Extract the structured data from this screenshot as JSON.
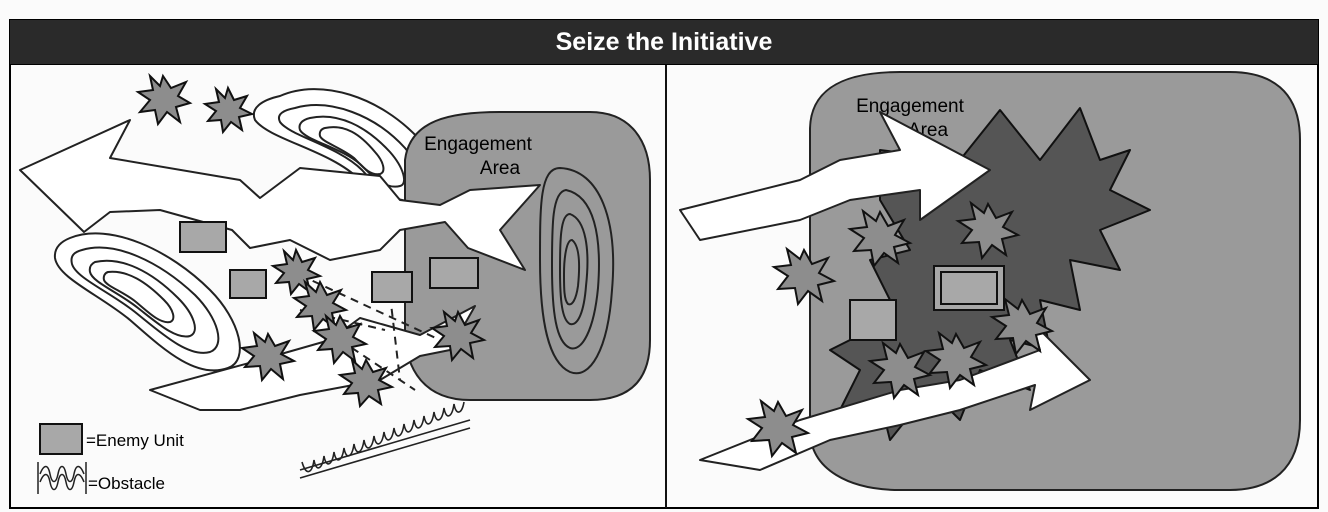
{
  "title": "Seize the Initiative",
  "left_panel": {
    "area_label": [
      "Engagement",
      "Area"
    ]
  },
  "right_panel": {
    "area_label": [
      "Engagement",
      "Area"
    ]
  },
  "legend": {
    "enemy_unit": "=Enemy Unit",
    "obstacle": "=Obstacle"
  },
  "colors": {
    "title_bar": "#2a2a2a",
    "terrain": "#8c8c8c",
    "engagement_area": "#9a9a9a",
    "strike_star": "#8d8d8d",
    "enemy_unit_fill": "#a8a8a8",
    "impact_burst": "#555555"
  }
}
